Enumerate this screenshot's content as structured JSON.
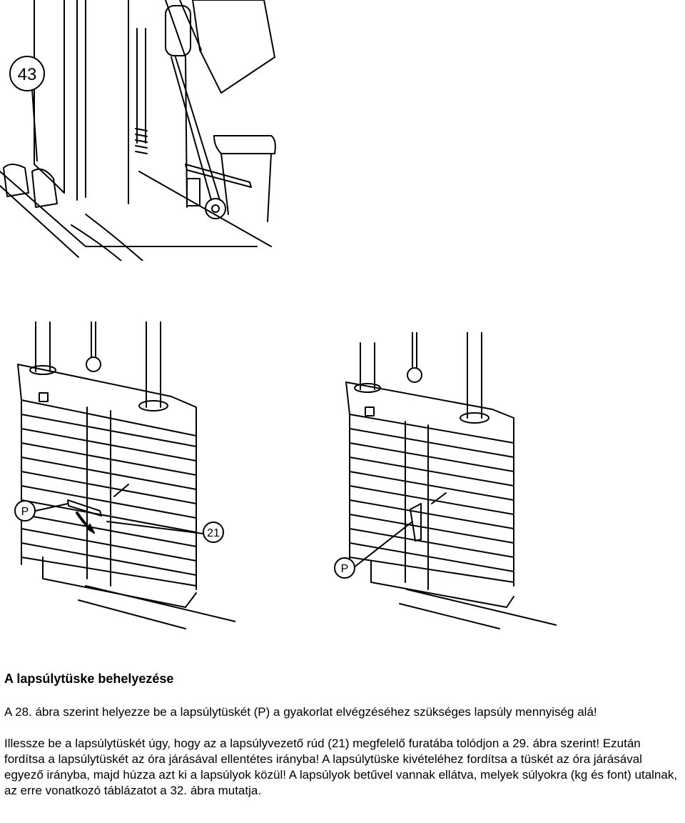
{
  "figures": {
    "top": {
      "callout": "43"
    },
    "left": {
      "callout_p": "P",
      "callout_21": "21"
    },
    "right": {
      "callout_p": "P"
    }
  },
  "section": {
    "heading": "A lapsúlytüske behelyezése",
    "paragraph_1": "A 28. ábra szerint helyezze be a lapsúlytüskét (P) a gyakorlat elvégzéséhez szükséges lapsúly mennyiség alá!",
    "paragraph_2": "Illessze be a lapsúlytüskét úgy, hogy az a lapsúlyvezető rúd (21) megfelelő furatába tolódjon a 29. ábra szerint! Ezután fordítsa a lapsúlytüskét az óra járásával ellentétes irányba! A lapsúlytüske kivételéhez fordítsa a tüskét az óra járásával egyező irányba, majd húzza azt ki a lapsúlyok közül! A lapsúlyok betűvel vannak ellátva, melyek súlyokra (kg és font) utalnak, az erre vonatkozó táblázatot a 32. ábra mutatja."
  }
}
